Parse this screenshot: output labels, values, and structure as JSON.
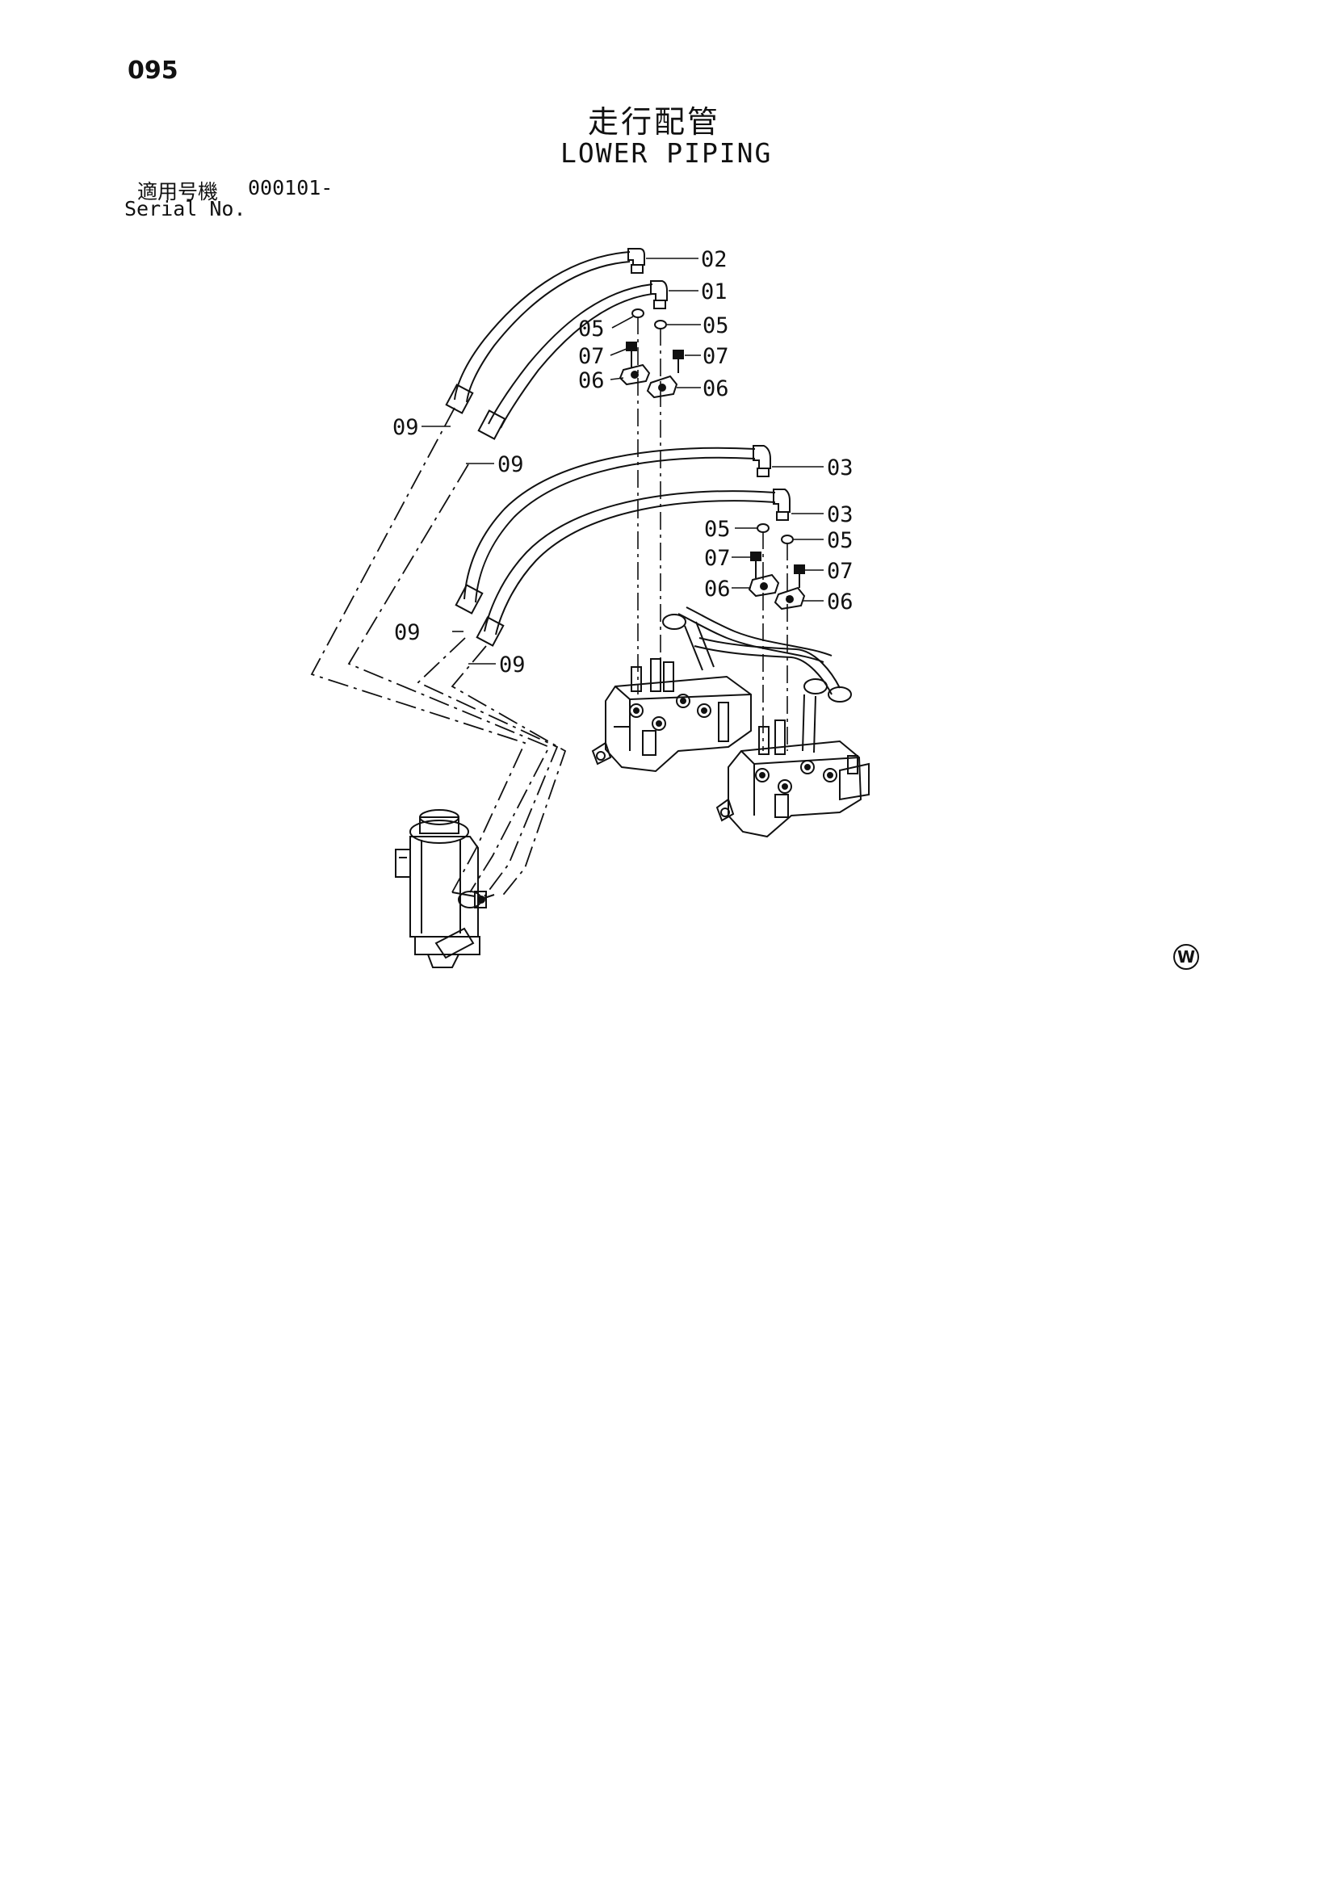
{
  "page": {
    "number": "095"
  },
  "title": {
    "jp": "走行配管",
    "en": "LOWER PIPING"
  },
  "serial": {
    "jp_label": "適用号機",
    "value": "000101-",
    "en_label": "Serial No."
  },
  "watermark_mark": "W",
  "callouts": {
    "c02": "02",
    "c01": "01",
    "c05a": "05",
    "c05b": "05",
    "c07a": "07",
    "c07b": "07",
    "c06a": "06",
    "c06b": "06",
    "c09a": "09",
    "c09b": "09",
    "c03a": "03",
    "c03b": "03",
    "c05c": "05",
    "c05d": "05",
    "c07c": "07",
    "c07d": "07",
    "c06c": "06",
    "c06d": "06",
    "c09c": "09",
    "c09d": "09"
  }
}
